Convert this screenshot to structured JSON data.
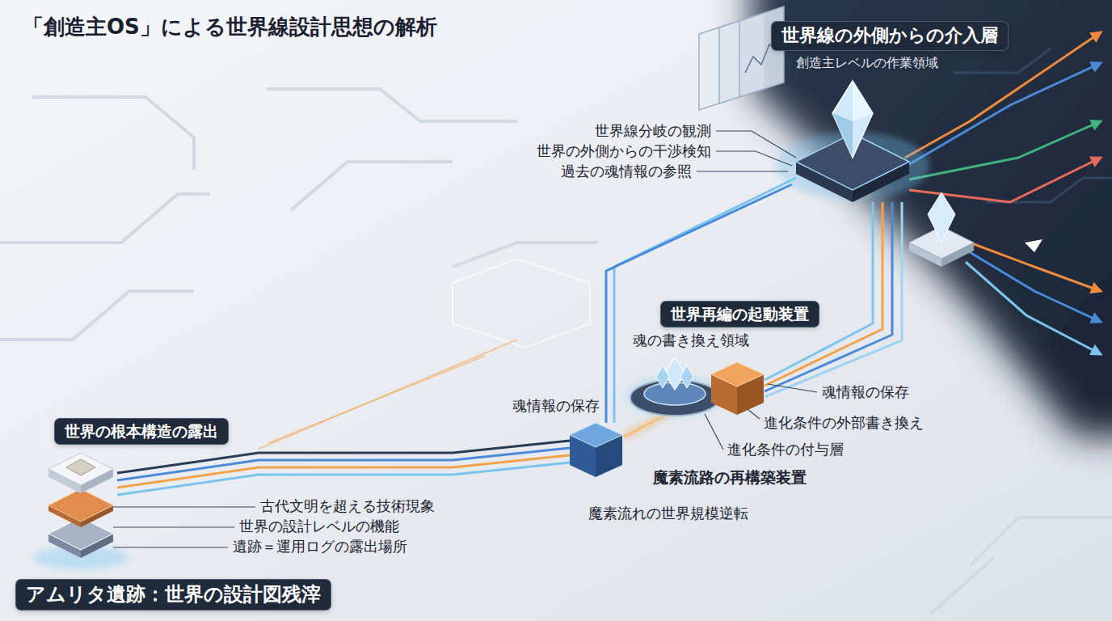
{
  "diagram": {
    "title": "「創造主OS」による世界線設計思想の解析",
    "nodes": [
      {
        "text": [
          "世界線の外側からの介入層",
          "創造主レベルの作業領域"
        ]
      },
      {
        "text": [
          "世界再編の起動装置"
        ]
      },
      {
        "text": [
          "世界の根本構造の露出"
        ]
      },
      {
        "text": [
          "アムリタ遺跡：世界の設計図残滓"
        ]
      }
    ],
    "labels": [
      "世界線分岐の観測",
      "世界の外側からの干渉検知",
      "過去の魂情報の参照",
      "魂の書き換え領域",
      "魂情報の保存",
      "魂情報の保存",
      "進化条件の外部書き換え",
      "進化条件の付与層",
      "魔素流路の再構築装置",
      "魔素流れの世界規模逆転",
      "古代文明を超える技術現象",
      "世界の設計レベルの機能",
      "遺跡＝運用ログの露出場所"
    ]
  }
}
